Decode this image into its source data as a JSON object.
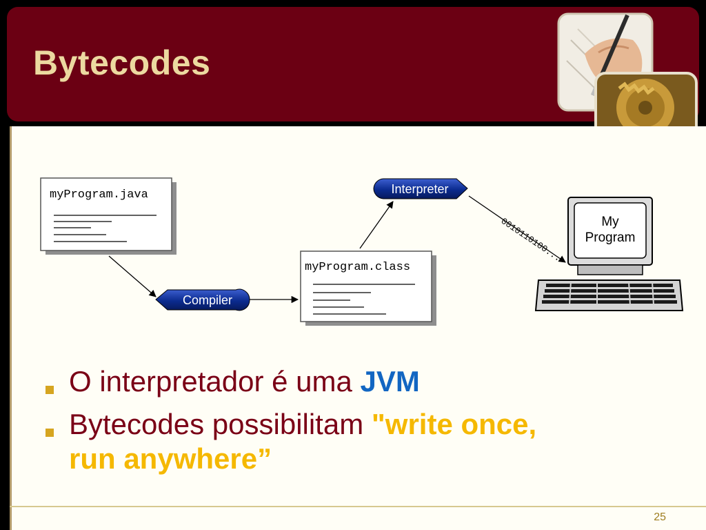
{
  "slide": {
    "title": "Bytecodes",
    "page_number": "25",
    "bullets": [
      {
        "text": "O interpretador é uma ",
        "highlight": "JVM"
      },
      {
        "text": "Bytecodes possibilitam ",
        "highlight_line1": "\"write once,",
        "highlight_line2": "run anywhere”"
      }
    ]
  },
  "diagram": {
    "source_file": "myProgram.java",
    "class_file": "myProgram.class",
    "compiler_label": "Compiler",
    "interpreter_label": "Interpreter",
    "bits_label": "0010110100...",
    "monitor_line1": "My",
    "monitor_line2": "Program"
  },
  "colors": {
    "header": "#6b0013",
    "title": "#ecd9a0",
    "bullet_text": "#7a0016",
    "jvm": "#1266c2",
    "quote": "#f5b800",
    "pill": "#0a2a8c"
  },
  "icons": [
    "hand-writing-gear-logo",
    "computer-icon"
  ]
}
